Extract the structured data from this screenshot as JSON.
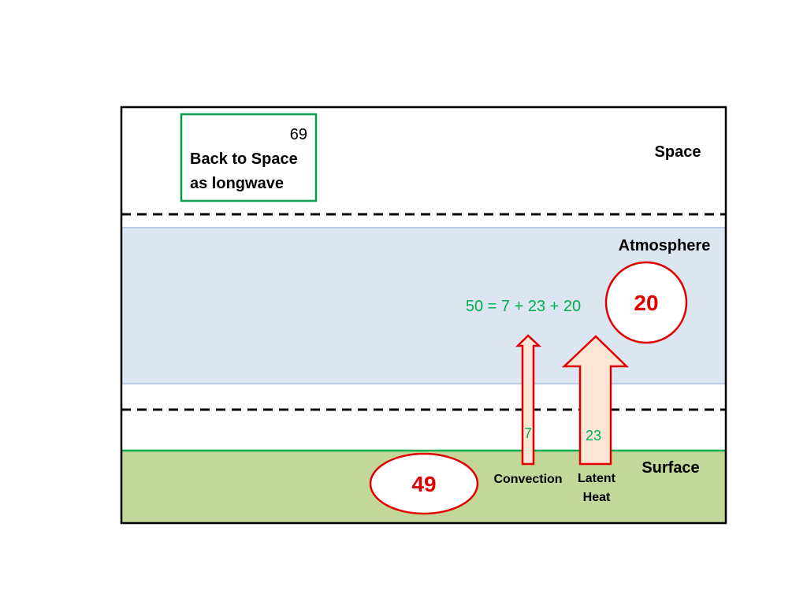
{
  "space": {
    "label": "Space",
    "box": {
      "value": "69",
      "line1": "Back to Space",
      "line2": "as longwave"
    }
  },
  "atmosphere": {
    "label": "Atmosphere",
    "equation": "50 = 7 + 23 + 20",
    "absorbed": "20"
  },
  "surface": {
    "label": "Surface",
    "emitted": "49"
  },
  "fluxes": {
    "convection": {
      "label": "Convection",
      "value": "7"
    },
    "latent_heat": {
      "label_line1": "Latent",
      "label_line2": "Heat",
      "value": "23"
    }
  },
  "colors": {
    "atmosphere_fill": "#dce6f1",
    "atmosphere_edge": "#b8cce4",
    "surface_fill": "#c4d79b",
    "surface_edge": "#00b050",
    "box_edge": "#00a050",
    "accent_red": "#e00000",
    "green_text": "#00b050",
    "arrow_fill": "#fbe5d6"
  }
}
